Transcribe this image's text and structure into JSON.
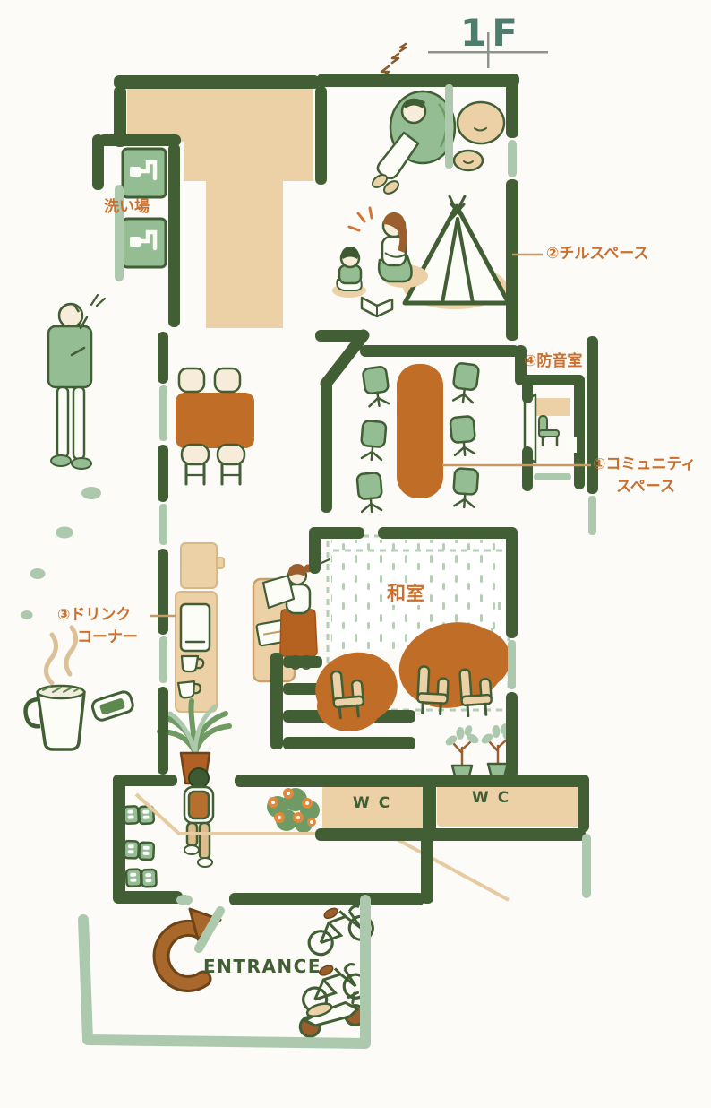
{
  "floor_plan": {
    "title": "1F",
    "labels": {
      "washing_area": "洗い場",
      "chill_space": "②チルスペース",
      "soundproof_room": "④防音室",
      "community_space_line1": "①コミュニティ",
      "community_space_line2": "スペース",
      "drink_corner_line1": "③ドリンク",
      "drink_corner_line2": "コーナー",
      "tatami_room": "和室",
      "wc_left": "WC",
      "wc_right": "WC",
      "entrance": "ENTRANCE"
    },
    "colors": {
      "wall_green": "#415e34",
      "sage_green": "#adc9ad",
      "mid_green": "#95bd93",
      "room_tan": "#ecd0a6",
      "furniture_rust": "#c06d28",
      "label_orange": "#ca6f2d",
      "leader_tan": "#c49a66",
      "title_teal": "#4f7d6d"
    },
    "icons": {
      "sinks": "two wash basins",
      "sleeping_person": "person napping on beanbag with zzz marks",
      "cushions": "two floor cushions",
      "teepee_tent": "play tent on round rug",
      "mother_and_child": "kneeling adult and sitting child with open book",
      "meeting_table": "long table with six swivel chairs",
      "soundproof_booth": "small booth with chair and desk",
      "dining_set": "table with four chairs",
      "person_on_phone": "standing figure with footprints",
      "drink_counter": "coffee machine, mugs and potted plant",
      "receptionist": "person holding paper at counter",
      "stairs": "staircase",
      "bean_tables": "two low tables with three wooden chairs",
      "small_plants": "two potted plants",
      "coffee_cup": "steaming mug and snack",
      "shoe_lockers": "three locker units",
      "walking_person": "person with backpack",
      "flowers": "flower cluster",
      "entrance_arrow": "curved brown arrow",
      "bicycles": "two bicycles",
      "scooter": "motor scooter"
    }
  }
}
